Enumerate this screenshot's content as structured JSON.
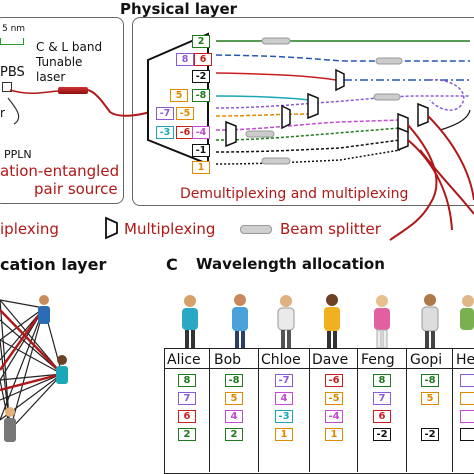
{
  "physical": {
    "title": "Physical layer",
    "scale_label": "5 nm",
    "pbs_label": "PBS",
    "laser_label": "C & L band\nTunable\nlaser",
    "laser_line1": "C & L band",
    "laser_line2": "Tunable",
    "laser_line3": "laser",
    "r_label": "r",
    "ppln_label": "PPLN",
    "source_line1": "ation-entangled",
    "source_line2": "pair source",
    "demux_label": "Demultiplexing and multiplexing",
    "chips": [
      "2",
      "8",
      "6",
      "-2",
      "5",
      "-8",
      "-7",
      "-5",
      "-3",
      "-6",
      "-4",
      "-1",
      "1"
    ]
  },
  "legend": {
    "demux": "iplexing",
    "mux": "Multiplexing",
    "bs": "Beam splitter"
  },
  "allocation": {
    "title": "cation layer"
  },
  "wavelength": {
    "panel": "C",
    "title": "Wavelength allocation",
    "users": [
      "Alice",
      "Bob",
      "Chloe",
      "Dave",
      "Feng",
      "Gopi",
      "He"
    ],
    "rows": [
      [
        "8",
        "-8",
        "-7",
        "-6",
        "8",
        "-8",
        ""
      ],
      [
        "7",
        "5",
        "4",
        "-5",
        "7",
        "5",
        ""
      ],
      [
        "6",
        "4",
        "-3",
        "-4",
        "6",
        "",
        ""
      ],
      [
        "2",
        "2",
        "1",
        "1",
        "-2",
        "-2",
        ""
      ]
    ]
  },
  "colors": {
    "brand_red": "#b01818",
    "green": "#1f7a1f",
    "purple": "#8a5bd6",
    "red_chip": "#c81e1e",
    "cyan": "#1aa7b8",
    "orange": "#e08a00",
    "black": "#111111",
    "blue": "#2456b5",
    "magenta": "#c24bd1"
  }
}
